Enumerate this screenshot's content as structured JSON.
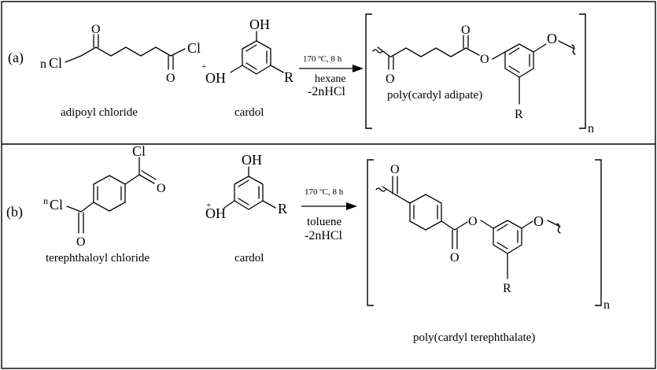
{
  "reaction_a": {
    "label": "(a)",
    "coefficient": "n",
    "reactant1": {
      "name": "adipoyl chloride",
      "atoms": {
        "cl_left": "Cl",
        "cl_right": "Cl",
        "o_left": "O",
        "o_right": "O"
      }
    },
    "plus": "+",
    "reactant2": {
      "name": "cardol",
      "atoms": {
        "oh_top": "OH",
        "oh_left": "OH",
        "r": "R"
      }
    },
    "conditions": {
      "temp_time": "170 ºC, 8 h",
      "solvent": "hexane",
      "byproduct": "-2nHCl"
    },
    "product": {
      "name": "poly(cardyl adipate)",
      "repeat": "n",
      "atoms": {
        "o_keto": "O",
        "o_ester_dbl": "O",
        "o_ester": "O",
        "o_end": "O",
        "r": "R"
      }
    }
  },
  "reaction_b": {
    "label": "(b)",
    "coefficient": "n",
    "reactant1": {
      "name": "terephthaloyl chloride",
      "atoms": {
        "cl_top": "Cl",
        "o_top": "O",
        "cl_left": "Cl",
        "o_bottom": "O"
      }
    },
    "plus": "+",
    "reactant2": {
      "name": "cardol",
      "atoms": {
        "oh_top": "OH",
        "oh_left": "OH",
        "r": "R"
      }
    },
    "conditions": {
      "temp_time": "170 ºC, 8 h",
      "solvent": "toluene",
      "byproduct": "-2nHCl"
    },
    "product": {
      "name": "poly(cardyl terephthalate)",
      "repeat": "n",
      "atoms": {
        "o_top": "O",
        "o_ester_dbl": "O",
        "o_ester": "O",
        "o_end": "O",
        "r": "R"
      }
    }
  }
}
